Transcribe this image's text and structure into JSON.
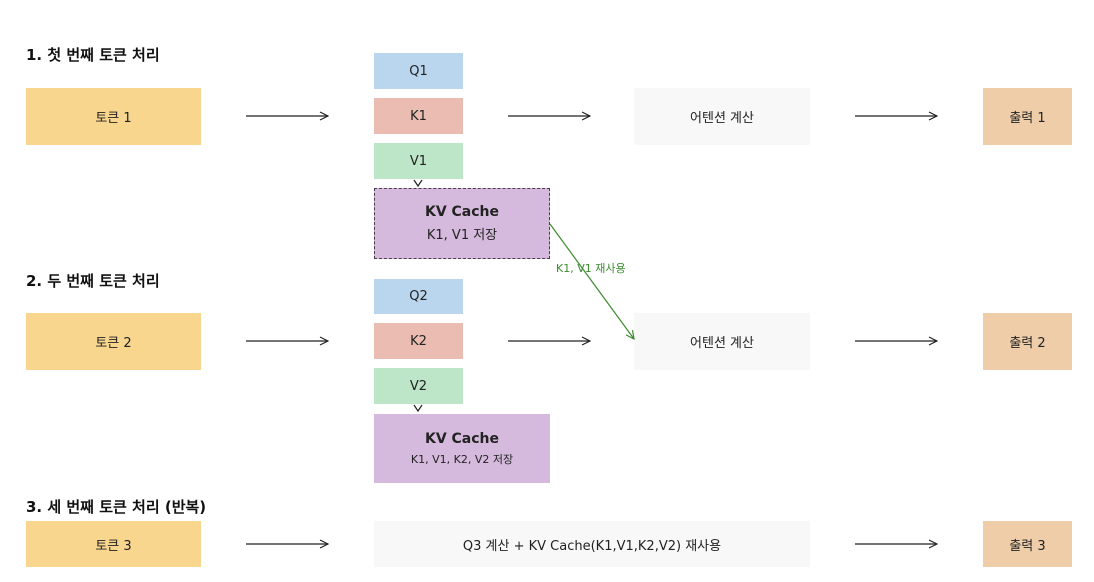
{
  "section1": {
    "heading": "1. 첫 번째 토큰 처리",
    "token": "토큰 1",
    "q": "Q1",
    "k": "K1",
    "v": "V1",
    "attention": "어텐션 계산",
    "output": "출력 1",
    "cache_title": "KV Cache",
    "cache_sub": "K1, V1 저장"
  },
  "reuse_label": "K1, V1 재사용",
  "section2": {
    "heading": "2. 두 번째 토큰 처리",
    "token": "토큰 2",
    "q": "Q2",
    "k": "K2",
    "v": "V2",
    "attention": "어텐션 계산",
    "output": "출력 2",
    "cache_title": "KV Cache",
    "cache_sub": "K1, V1, K2, V2 저장"
  },
  "section3": {
    "heading": "3. 세 번째 토큰 처리 (반복)",
    "token": "토큰 3",
    "process": "Q3 계산 + KV Cache(K1,V1,K2,V2) 재사용",
    "output": "출력 3"
  },
  "colors": {
    "token": "#f8d68e",
    "query": "#b9d6ee",
    "key": "#ebbcb2",
    "value": "#bde5c8",
    "cache": "#d6bade",
    "attention": "#f7f8f7",
    "output": "#efcda8",
    "reuse_arrow": "#3c8a2e"
  }
}
